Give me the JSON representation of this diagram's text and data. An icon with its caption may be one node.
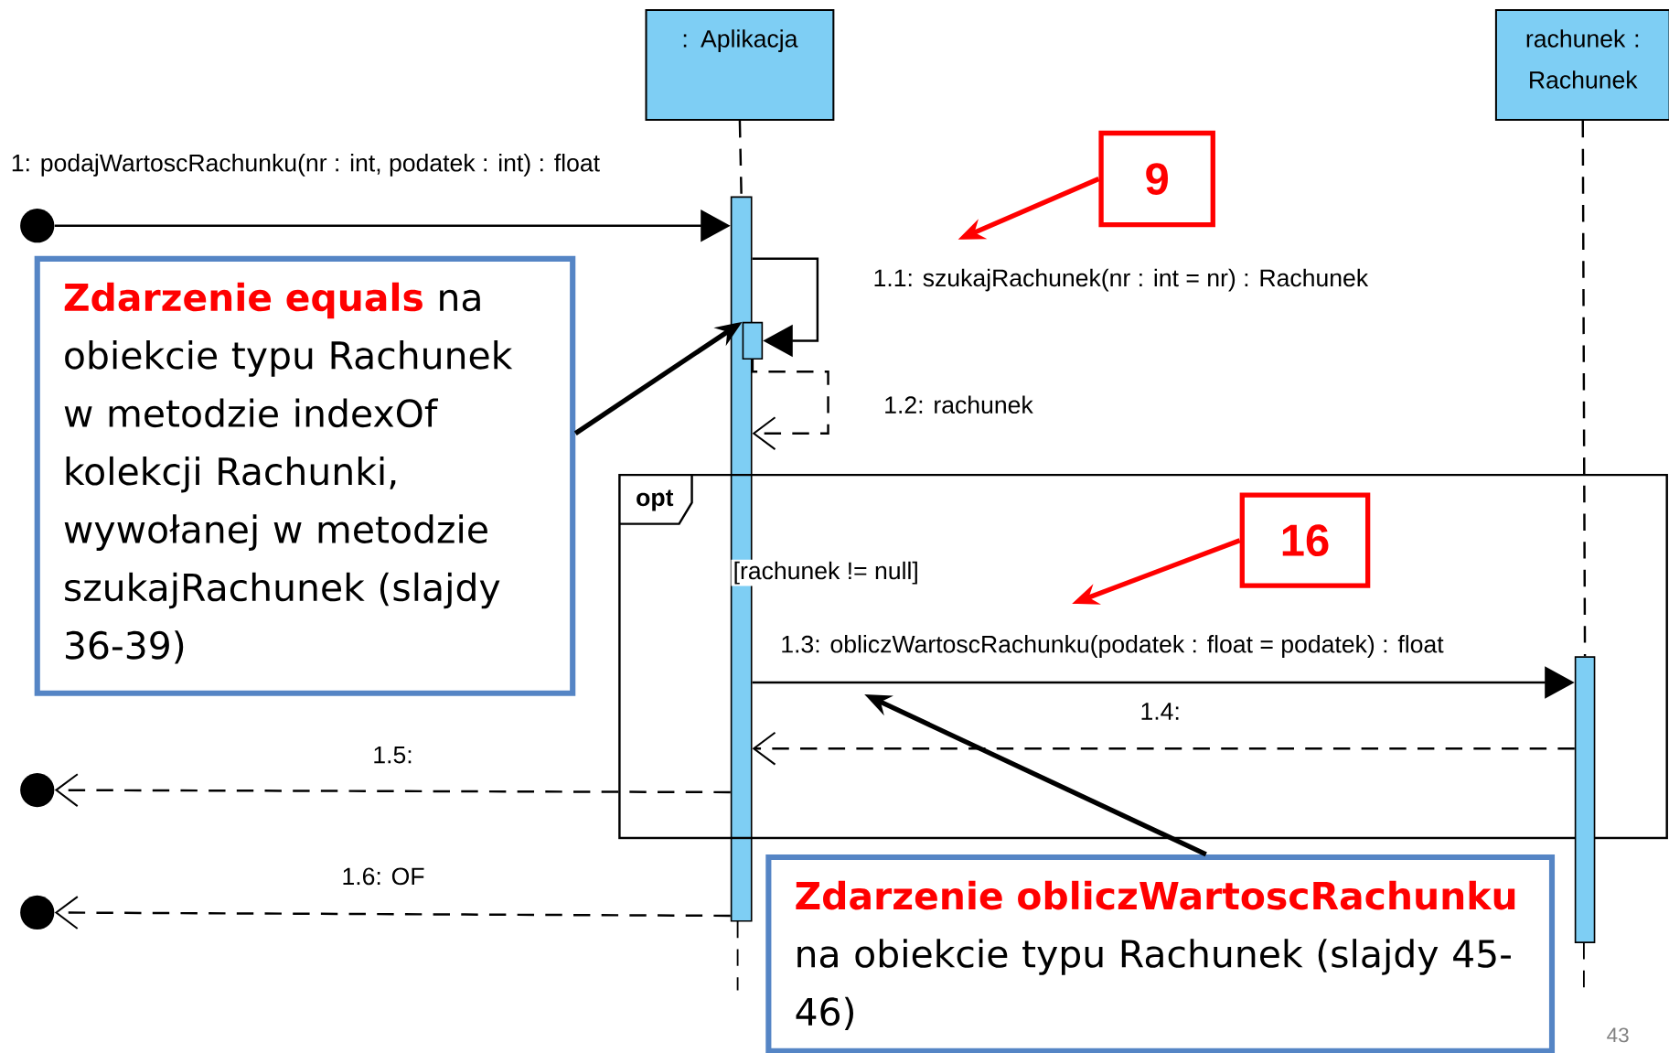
{
  "diagram": {
    "nodes": [
      {
        "text": [
          ": Aplikacja"
        ]
      },
      {
        "text": [
          "rachunek : Rachunek"
        ]
      },
      {
        "text": [],
        "shape": "circle"
      },
      {
        "text": [],
        "shape": "bar"
      },
      {
        "text": [],
        "shape": "bar"
      },
      {
        "text": [
          "**Zdarzenie equals** na obiekcie typu Rachunek w metodzie indexOf kolekcji Rachunki, wywołanej w metodzie szukajRachunek (slajdy 36-39)"
        ]
      },
      {
        "text": [
          "9"
        ]
      },
      {
        "text": [
          "opt",
          "[rachunek != null]"
        ]
      },
      {
        "text": [
          "16"
        ],
        "in": 7
      },
      {
        "text": [],
        "shape": "bar"
      },
      {
        "text": [],
        "shape": "circle"
      },
      {
        "text": [],
        "shape": "circle"
      },
      {
        "text": [
          "**Zdarzenie obliczWartoscRachunku** na obiekcie typu Rachunek (slajdy 45-46)"
        ]
      }
    ],
    "edges": [
      {
        "from": 0,
        "to": 3,
        "arrow": "none",
        "style": "dashed"
      },
      {
        "from": 2,
        "to": 3,
        "arrow": "to",
        "label": "1: podajWartoscRachunku(nr : int, podatek : int) : float"
      },
      {
        "from": 3,
        "to": 4,
        "arrow": "to",
        "label": "1.1: szukajRachunek(nr : int = nr) : Rachunek"
      },
      {
        "from": 4,
        "to": 3,
        "arrow": "to",
        "style": "dashed",
        "label": "1.2: rachunek"
      },
      {
        "from": 6,
        "to": null,
        "arrow": "to",
        "style": "thick",
        "color": "#ff0000"
      },
      {
        "from": 5,
        "to": 4,
        "arrow": "to",
        "style": "thick"
      },
      {
        "from": 1,
        "to": 9,
        "arrow": "none",
        "style": "dashed"
      },
      {
        "from": 3,
        "to": 9,
        "arrow": "to",
        "label": "1.3: obliczWartoscRachunku(podatek : float = podatek) : float"
      },
      {
        "from": 9,
        "to": 3,
        "arrow": "to",
        "style": "dashed",
        "label": "1.4:"
      },
      {
        "from": 3,
        "to": 10,
        "arrow": "to",
        "style": "dashed",
        "label": "1.5:"
      },
      {
        "from": 3,
        "to": 11,
        "arrow": "to",
        "style": "dashed",
        "label": "1.6: OF"
      },
      {
        "from": 8,
        "to": null,
        "arrow": "to",
        "style": "thick",
        "color": "#ff0000"
      },
      {
        "from": 12,
        "to": null,
        "arrow": "to",
        "style": "thick"
      }
    ],
    "labels": [
      "43"
    ]
  }
}
